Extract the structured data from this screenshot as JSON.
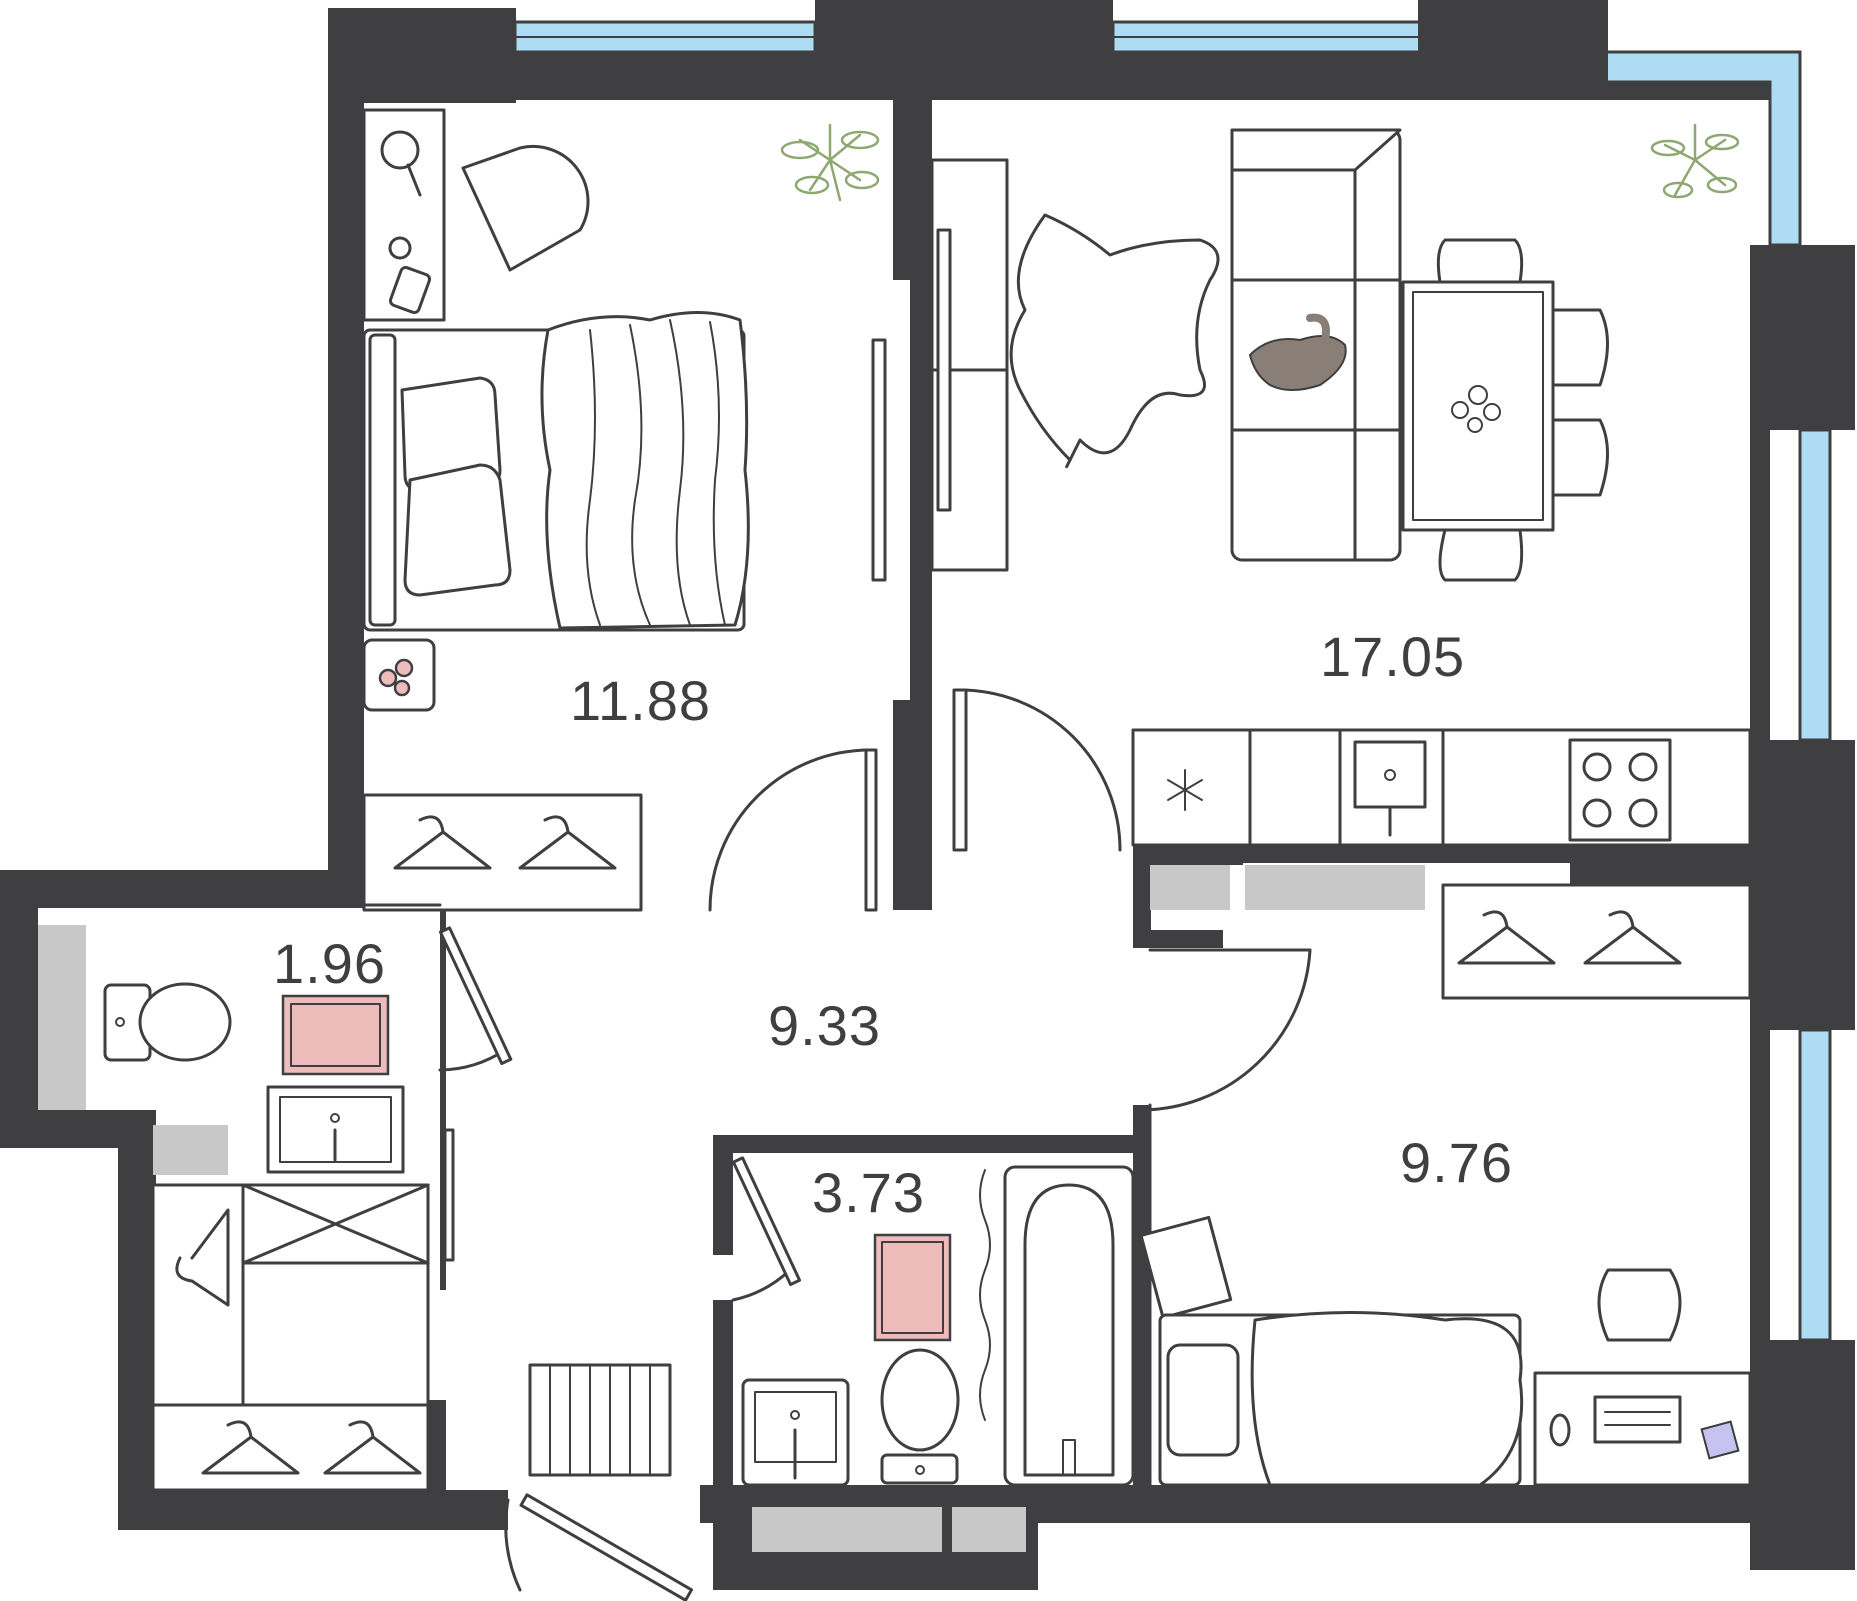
{
  "plan": {
    "rooms": [
      {
        "id": "bedroom",
        "area_label": "11.88"
      },
      {
        "id": "kitchen-living",
        "area_label": "17.05"
      },
      {
        "id": "hall",
        "area_label": "9.33"
      },
      {
        "id": "wc",
        "area_label": "1.96"
      },
      {
        "id": "bathroom",
        "area_label": "3.73"
      },
      {
        "id": "child-room",
        "area_label": "9.76"
      }
    ],
    "colors": {
      "wall": "#3f3f41",
      "window": "#aedcf2",
      "mat": "#efbcbc",
      "shaft": "#c8c8c8",
      "plant": "#8fa872"
    }
  }
}
